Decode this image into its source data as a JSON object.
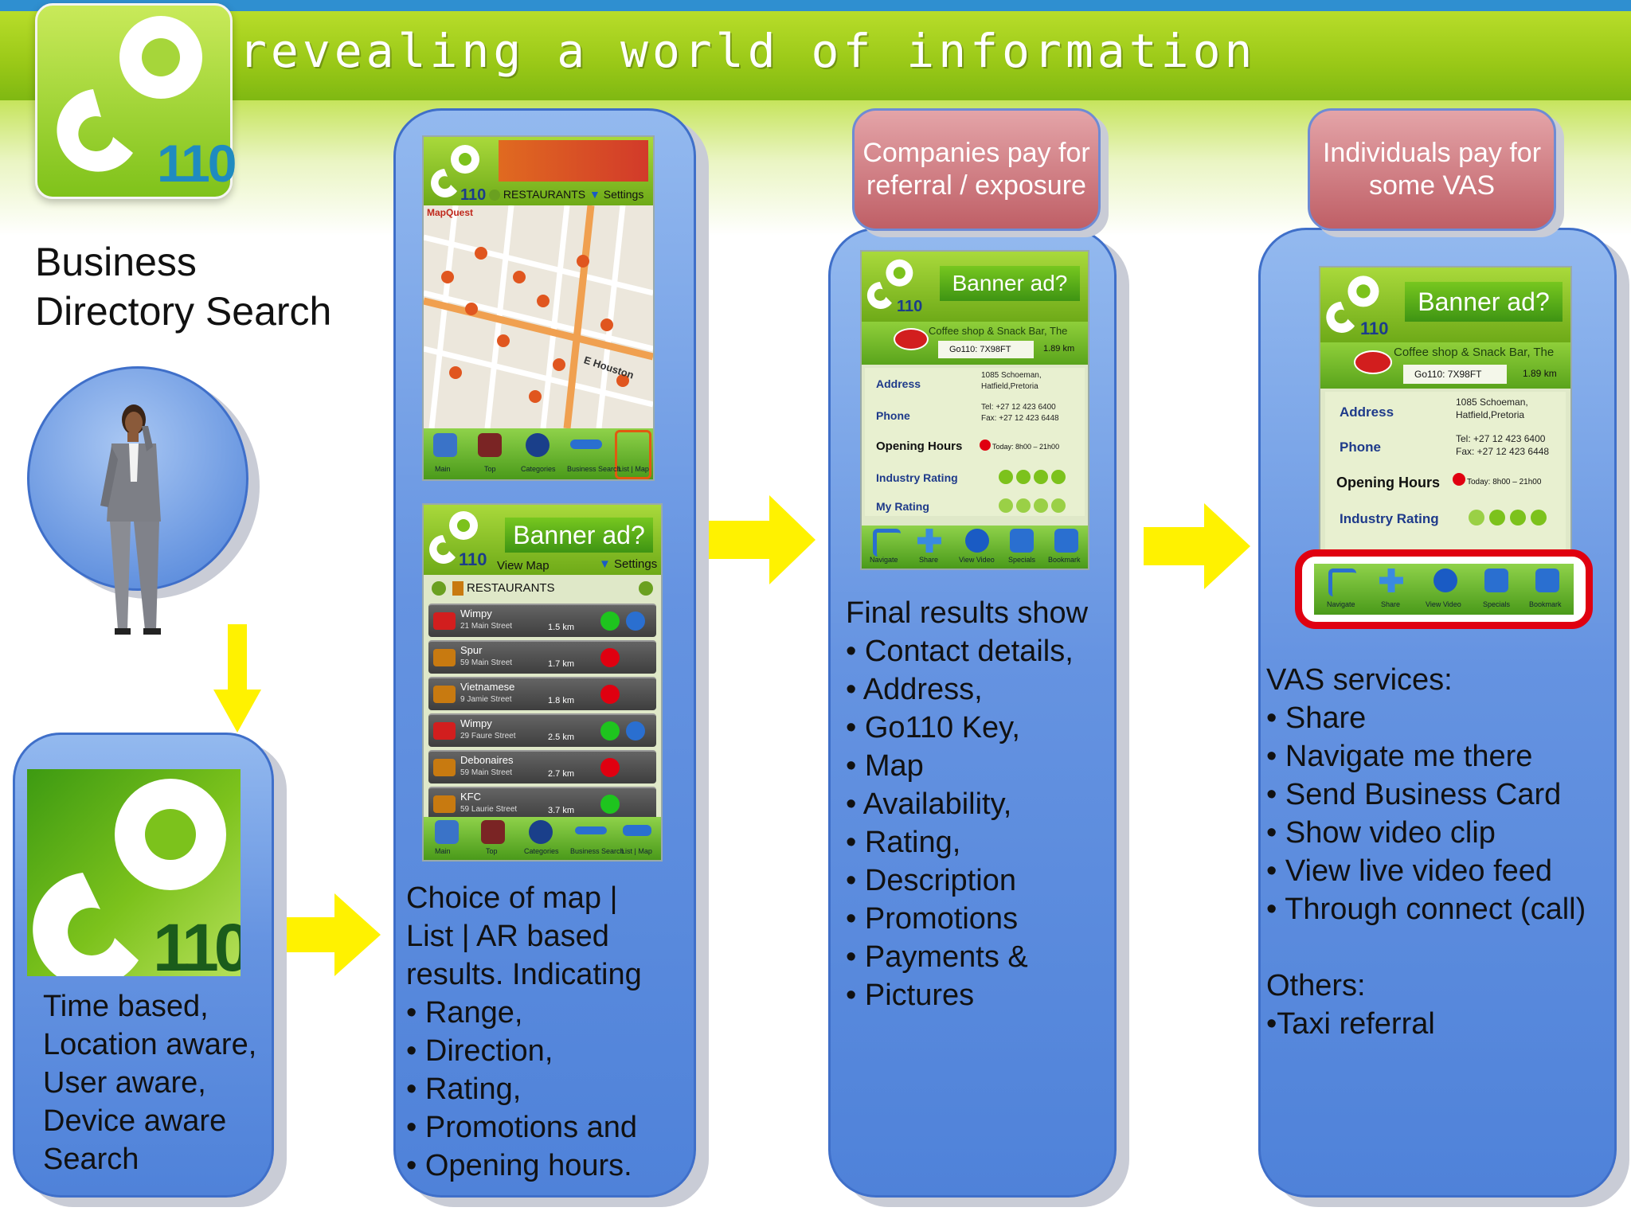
{
  "header": {
    "tagline": "revealing a world of information",
    "logo_text": "110"
  },
  "page": {
    "title_line1": "Business",
    "title_line2": "Directory Search"
  },
  "panel1": {
    "logo_text": "110",
    "lines": [
      "Time based,",
      "Location aware,",
      "User aware,",
      "Device aware",
      "Search"
    ]
  },
  "panel2": {
    "map_screen": {
      "logo_text": "110",
      "back_label": "RESTAURANTS",
      "settings_label": "Settings",
      "map_brand": "MapQuest",
      "street_label": "E Houston",
      "tools": [
        "Main",
        "Top",
        "Categories",
        "Business Search",
        "List | Map"
      ]
    },
    "list_screen": {
      "logo_text": "110",
      "banner": "Banner ad?",
      "view_map": "View Map",
      "settings_label": "Settings",
      "category": "RESTAURANTS",
      "rows": [
        {
          "name": "Wimpy",
          "street": "21 Main Street",
          "dist": "1.5 km",
          "status": "green",
          "special": true
        },
        {
          "name": "Spur",
          "street": "59 Main Street",
          "dist": "1.7 km",
          "status": "red",
          "special": false
        },
        {
          "name": "Vietnamese",
          "street": "9 Jamie Street",
          "dist": "1.8 km",
          "status": "red",
          "special": false
        },
        {
          "name": "Wimpy",
          "street": "29 Faure Street",
          "dist": "2.5 km",
          "status": "green",
          "special": true
        },
        {
          "name": "Debonaires",
          "street": "59 Main Street",
          "dist": "2.7 km",
          "status": "red",
          "special": false
        },
        {
          "name": "KFC",
          "street": "59 Laurie Street",
          "dist": "3.7 km",
          "status": "green",
          "special": false
        }
      ],
      "tools": [
        "Main",
        "Top",
        "Categories",
        "Business Search",
        "List | Map"
      ]
    },
    "lines": [
      "Choice of map |",
      "List | AR based",
      "results. Indicating"
    ],
    "bullets": [
      "Range,",
      "Direction,",
      "Rating,",
      "Promotions and",
      "Opening hours."
    ]
  },
  "panel3": {
    "tag": "Companies pay for referral / exposure",
    "screen": {
      "logo_text": "110",
      "banner": "Banner ad?",
      "business": "Coffee shop & Snack Bar, The",
      "key": "Go110: 7X98FT",
      "dist": "1.89 km",
      "address_label": "Address",
      "address_value_1": "1085 Schoeman,",
      "address_value_2": "Hatfield,Pretoria",
      "phone_label": "Phone",
      "phone_value_1": "Tel: +27 12 423 6400",
      "phone_value_2": "Fax: +27 12 423 6448",
      "hours_label": "Opening Hours",
      "hours_value": "Today: 8h00 – 21h00",
      "industry_label": "Industry Rating",
      "my_rating_label": "My Rating",
      "tools": [
        "Navigate",
        "Share",
        "View Video",
        "Specials",
        "Bookmark"
      ]
    },
    "heading": "Final results show",
    "bullets": [
      "Contact details,",
      "Address,",
      "Go110 Key,",
      "Map",
      "Availability,",
      "Rating,",
      "Description",
      "Promotions",
      "Payments &",
      "Pictures"
    ]
  },
  "panel4": {
    "tag": "Individuals pay for some VAS",
    "screen": {
      "logo_text": "110",
      "banner": "Banner ad?",
      "business": "Coffee shop & Snack Bar, The",
      "key": "Go110: 7X98FT",
      "dist": "1.89 km",
      "address_label": "Address",
      "address_value_1": "1085 Schoeman,",
      "address_value_2": "Hatfield,Pretoria",
      "phone_label": "Phone",
      "phone_value_1": "Tel: +27 12 423 6400",
      "phone_value_2": "Fax: +27 12 423 6448",
      "hours_label": "Opening Hours",
      "hours_value": "Today: 8h00 – 21h00",
      "industry_label": "Industry Rating",
      "tools": [
        "Navigate",
        "Share",
        "View Video",
        "Specials",
        "Bookmark"
      ]
    },
    "heading": "VAS services:",
    "bullets": [
      "Share",
      "Navigate me there",
      "Send Business Card",
      "Show video clip",
      "View live video feed",
      "Through connect (call)"
    ],
    "others_heading": "Others:",
    "others_item": "•Taxi referral"
  },
  "colors": {
    "panel_blue": "#5b8de0",
    "arrow_yellow": "#fff200",
    "brand_green": "#7fc21a",
    "tag_red": "#bf5f66",
    "highlight_red": "#e00010"
  }
}
